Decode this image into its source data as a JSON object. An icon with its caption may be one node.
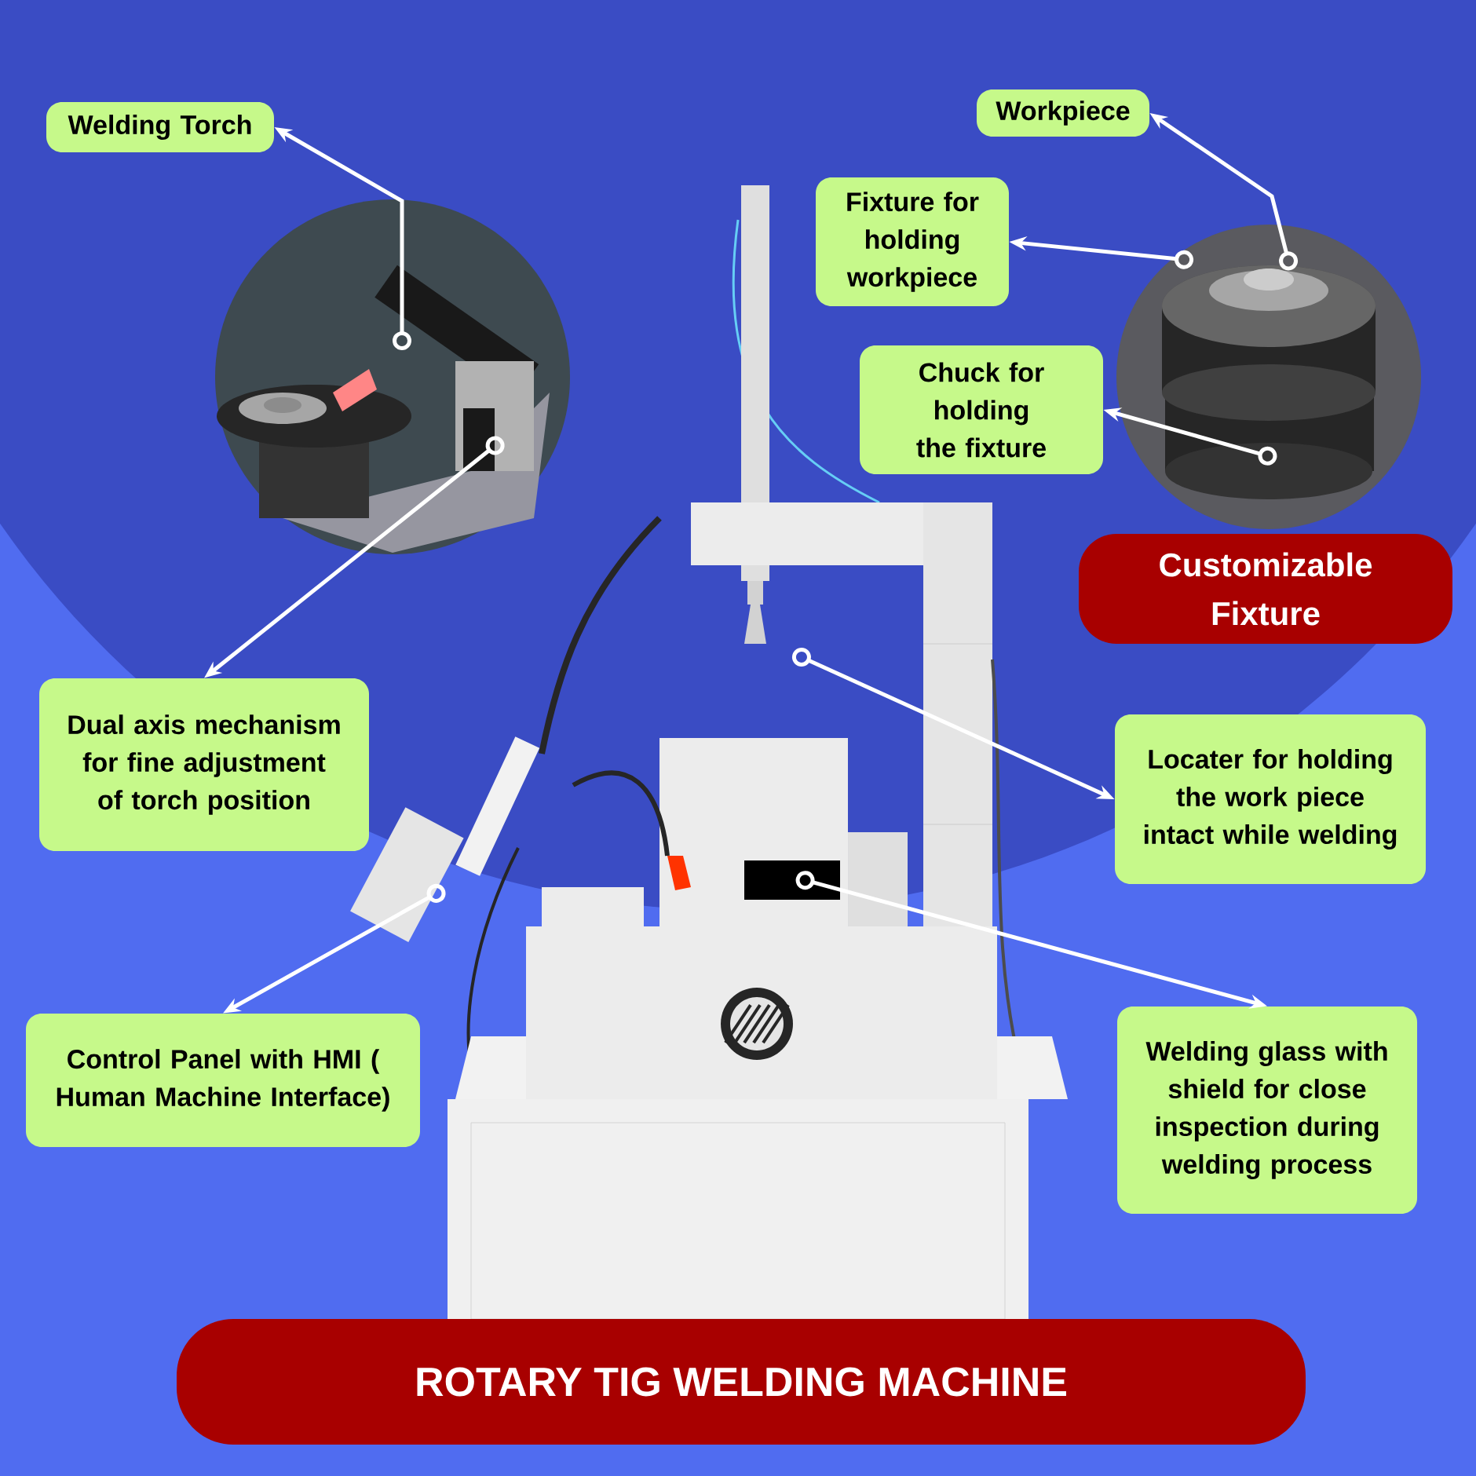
{
  "diagram": {
    "title": "ROTARY TIG WELDING MACHINE",
    "nodes": [
      {
        "text": [
          "Welding Torch"
        ]
      },
      {
        "text": [
          "Workpiece"
        ]
      },
      {
        "text": [
          "Fixture for holding workpiece"
        ]
      },
      {
        "text": [
          "Chuck  for holding the fixture"
        ]
      },
      {
        "text": [
          "Customizable Fixture"
        ]
      },
      {
        "text": [
          "Dual axis mechanism for fine adjustment of torch position"
        ]
      },
      {
        "text": [
          "Locater for holding the work piece intact while welding"
        ]
      },
      {
        "text": [
          "Control Panel with HMI ( Human Machine Interface)"
        ]
      },
      {
        "text": [
          "Welding glass with shield for close inspection during welding process"
        ]
      }
    ],
    "edges": [
      {
        "from": null,
        "to": 0,
        "arrow": "to"
      },
      {
        "from": null,
        "to": 1,
        "arrow": "to"
      },
      {
        "from": null,
        "to": 2,
        "arrow": "to"
      },
      {
        "from": null,
        "to": 3,
        "arrow": "to"
      },
      {
        "from": null,
        "to": 5,
        "arrow": "to"
      },
      {
        "from": null,
        "to": 6,
        "arrow": "to"
      },
      {
        "from": null,
        "to": 7,
        "arrow": "to"
      },
      {
        "from": null,
        "to": 8,
        "arrow": "to"
      }
    ]
  }
}
